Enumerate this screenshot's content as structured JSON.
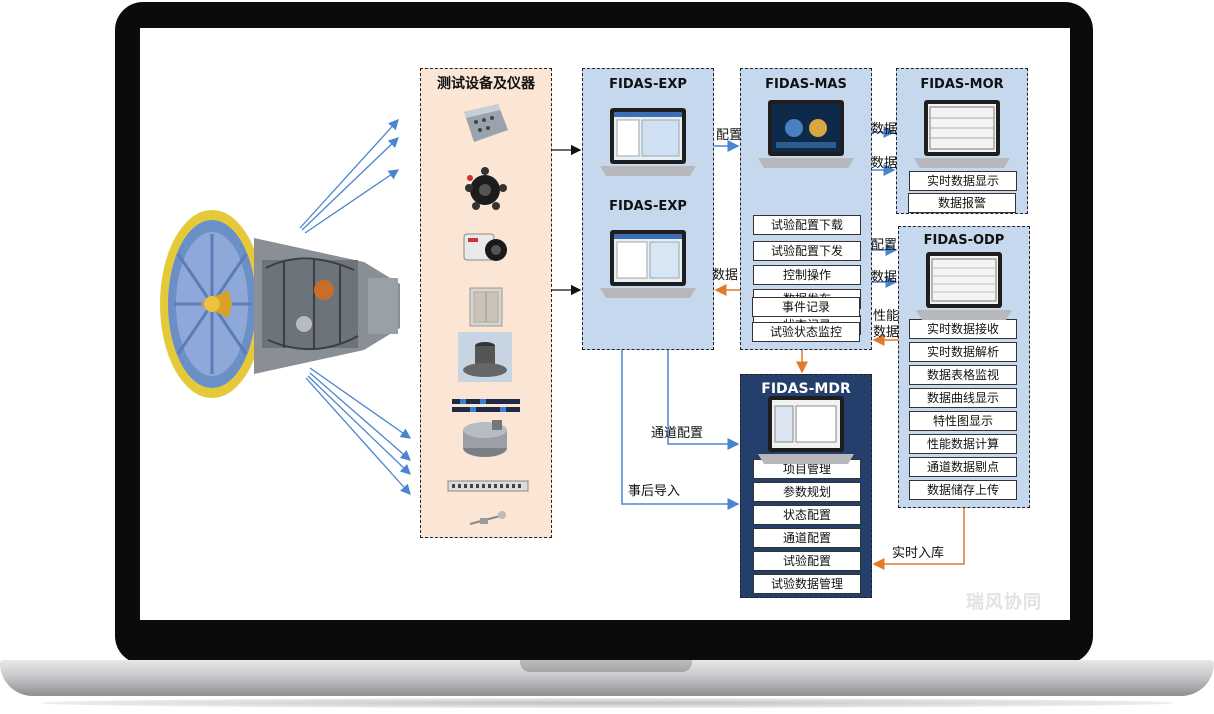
{
  "instruments": {
    "title": "测试设备及仪器"
  },
  "exp_top": {
    "title": "FIDAS-EXP"
  },
  "exp_bottom": {
    "title": "FIDAS-EXP"
  },
  "mas": {
    "title": "FIDAS-MAS",
    "items": [
      "试验配置下载",
      "试验配置下发",
      "控制操作",
      "数据发布",
      "状态记录",
      "事件记录",
      "试验状态监控"
    ]
  },
  "mor": {
    "title": "FIDAS-MOR",
    "items": [
      "实时数据显示",
      "数据报警"
    ]
  },
  "odp": {
    "title": "FIDAS-ODP",
    "items": [
      "实时数据接收",
      "实时数据解析",
      "数据表格监视",
      "数据曲线显示",
      "特性图显示",
      "性能数据计算",
      "通道数据剔点",
      "数据储存上传"
    ]
  },
  "mdr": {
    "title": "FIDAS-MDR",
    "items": [
      "项目管理",
      "参数规划",
      "状态配置",
      "通道配置",
      "试验配置",
      "试验数据管理"
    ]
  },
  "links": {
    "exp_to_mas": "配置",
    "mas_to_exp": "数据",
    "mas_to_mor_1": "数据",
    "mas_to_mor_2": "数据",
    "mas_to_odp_cfg": "配置",
    "mas_to_odp_data": "数据",
    "odp_to_mas_1": "性能",
    "odp_to_mas_2": "数据",
    "channel_config": "通道配置",
    "post_import": "事后导入",
    "realtime_store": "实时入库"
  },
  "watermark": "瑞风协同",
  "colors": {
    "panel_blue": "#c5d8ee",
    "panel_navy": "#243f6b",
    "panel_peach": "#fbe6d6",
    "arrow_blue": "#4a86d0",
    "arrow_orange": "#e07a2c"
  }
}
